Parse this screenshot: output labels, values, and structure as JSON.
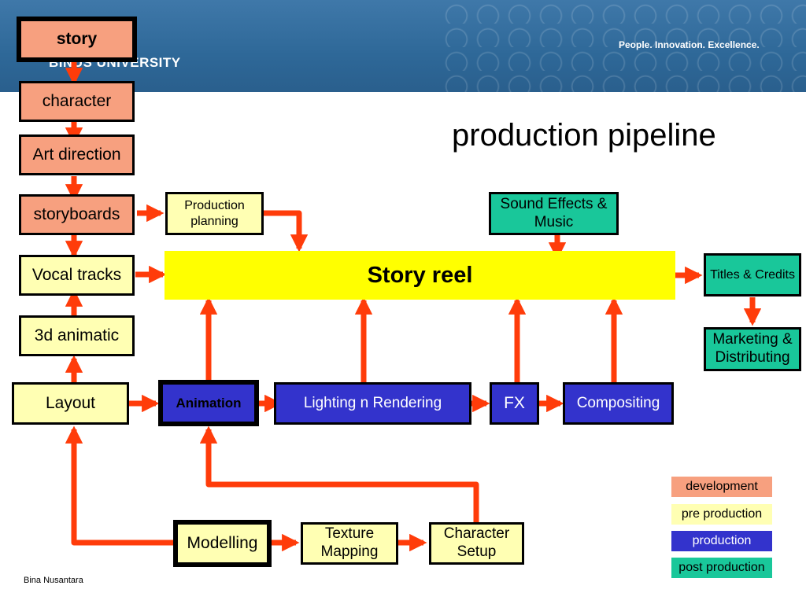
{
  "header": {
    "logo": "BINUS UNIVERSITY",
    "tagline": "People. Innovation. Excellence."
  },
  "title": "production pipeline",
  "nodes": {
    "story": "story",
    "character": "character",
    "art_direction": "Art direction",
    "storyboards": "storyboards",
    "vocal_tracks": "Vocal tracks",
    "animatic": "3d animatic",
    "layout": "Layout",
    "production_planning": "Production planning",
    "sound_effects": "Sound Effects & Music",
    "story_reel": "Story reel",
    "titles_credits": "Titles & Credits",
    "marketing": "Marketing & Distributing",
    "animation": "Animation",
    "lighting": "Lighting n Rendering",
    "fx": "FX",
    "compositing": "Compositing",
    "modelling": "Modelling",
    "texture_mapping": "Texture Mapping",
    "character_setup": "Character Setup"
  },
  "legend": [
    {
      "label": "development",
      "color": "#f7a07f",
      "text_color": "#000000"
    },
    {
      "label": "pre production",
      "color": "#ffffb3",
      "text_color": "#000000"
    },
    {
      "label": "production",
      "color": "#3333cc",
      "text_color": "#ffffff"
    },
    {
      "label": "post production",
      "color": "#19c79a",
      "text_color": "#000000"
    }
  ],
  "footer": "Bina Nusantara",
  "colors": {
    "arrow": "#ff3c0a",
    "banner": "#2e6898"
  }
}
